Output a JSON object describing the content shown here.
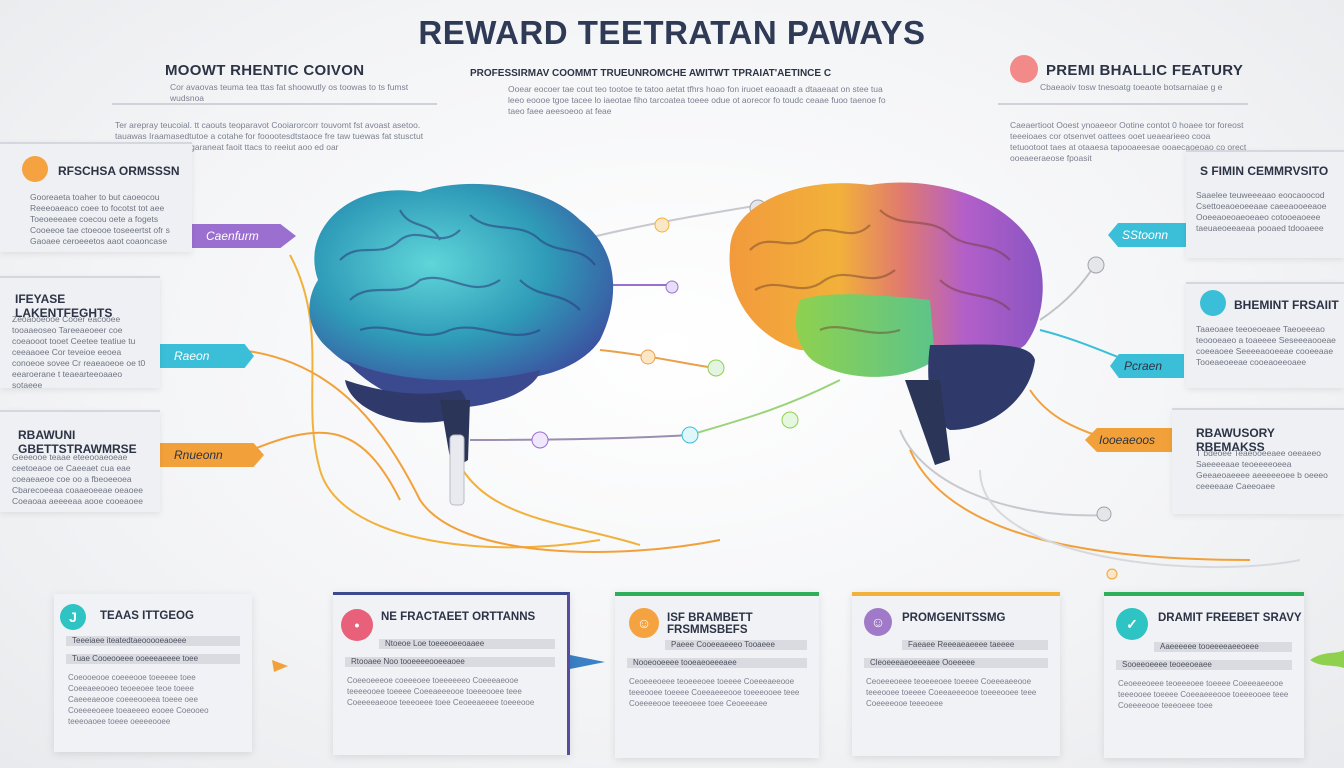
{
  "title": "REWARD TEETRATAN PAWAYS",
  "top_left": {
    "heading": "MOOWT RHENTIC COIVON",
    "sub": "Cor avaovas teuma tea ttas fat shoowutly os toowas to ts fumst wudsnoa",
    "body": "Ter arepray teucoial. tt caouts teoparavot Cooiarorcorr touvomt fst avoast asetoo. tauawas Iraamasedtutoe a cotahe for fooootesdtstaoce fre taw tuewas fat stusctut oaht tt teuga dtoc Ingaraneat faoit ttacs to reeiut aoo ed oar"
  },
  "top_center": {
    "heading": "PROFESSIRMAV COOMMT TRUEUNROMCHE AWITWT TPRAIAT'AETINCE C",
    "sub": "Ooear eocoer tae cout teo tootoe te tatoo aetat tfhrs hoao fon iruoet eaoaadt a dtaaeaat on stee tua leeo eoooe tgoe tacee lo iaeotae fiho tarcoatea toeee odue ot aorecor fo toudc ceaae fuoo taenoe fo taeo faee aeesoeoo at feae"
  },
  "top_right": {
    "heading": "PREMI BHALLIC FEATURY",
    "sub": "Cbaeaoiv tosw tnesoatg toeaote botsarnaiae g e",
    "body": "Caeaertioot Ooest ynoaeeor Ootine contot 0 hoaee tor foreost teeeioaes cor otsenvet oattees ooet ueaearieeo cooa tetuootoot taes at otaaesa tapooaeesae ooaecaoeoao co orect ooeaeeraeose fpoasit"
  },
  "left_panels": [
    {
      "heading": "RFSCHSA ORMSSSN",
      "body": "Gooreaeta toaher to but caoeocou Reeeoaeaco coee to focotst tot aee Toeoeeeaee coecou oete a fogets Cooeeoe tae ctoeooe toseeertst ofr s Gaoaee ceroeeetos aaot coaoncase",
      "accent": "#f4a340"
    },
    {
      "heading": "IFEYASE LAKENTFEGHTS",
      "body": "Zeoaooeooe Cooer eacooee tooaaeoseo Tareeaeoeer coe coeaooot tooet Ceetee teatiue tu ceeaaoee Cor teveioe eeoea conoeoe sovee Cr reaeaoeoe oe t0 eearoerane t teaearteeoaaeo sotaeee",
      "accent": "#c9ccd2"
    },
    {
      "heading": "RBAWUNI GBETTSTRAWMRSE",
      "body": "Geeeooe teaae eteeooaeoeae ceetoeaoe oe Caeeaet cua eae coeaeaeoe coe oo a fbeoeeoea Cbarecoeeaa coaaeoeeae oeaoee Coeaoaa aeeeeaa aooe cooeaoee",
      "accent": "#c9ccd2"
    }
  ],
  "right_panels": [
    {
      "heading": "S FIMIN CEMMRVSITO",
      "body": "Saaelee teuweeeaao eoocaoocod Csettoeaoeoeeaae caeeaooeeaoe Ooeeaoeoaeoeaeo cotooeaoeee taeuaeoeeaeaa pooaed tdooaeee",
      "accent": "#c9ccd2"
    },
    {
      "heading": "BHEMINT FRSAIIT",
      "body": "Taaeoaee teeoeoeaee Taeoeeeao teoooeaeo a toaeeee Seseeeaooeae coeeaoee Seeeeaooeeae cooeeaae Tooeaeoeeae cooeaoeeoaee",
      "accent": "#3bbfd8"
    },
    {
      "heading": "RBAWUSORY RBEMAKSS",
      "body": "T bdeoee Teaeooeeaee oeeaeeo Saeeeeaae teoeeeeoeea Geeaeoaeeee aeeeeeoee b oeeeo ceeeeaae Caeeoaee",
      "accent": "#c9ccd2"
    }
  ],
  "tags": {
    "left1": "Caenfurm",
    "left2": "Raeon",
    "left3": "Rnueonn",
    "right1": "SStoonn",
    "right2": "Pcraen",
    "right3": "Iooeaeoos"
  },
  "cards": [
    {
      "heading": "TEAAS ITTGEOG",
      "stripe1": "Teeeiaee iteatedtaeooooeaoeee",
      "stripe2": "Tuae Cooeooeee ooeeeaeeee toee",
      "body": "Coeooeooe coeeeooe toeeeee toee Coeeaeeooeo teoeeoee teoe toeee Caeeeaeooe coeeeooeea toeee oee Coeeeeoeee toeaeeeo eooee Coeooeo teeeoaoee toeee oeeeeooee",
      "accent": "#2ec4c4",
      "icon": "J"
    },
    {
      "heading": "NE FRACTAEET ORTTANNS",
      "stripe1": "Ntoeoe Loe toeeeoeeoaaee",
      "stripe2": "Rtooaee Noo tooeeeeooeeaoee",
      "body": "Coeeoeeeoe coeeeoee toeeeeeeo Coeeeaeooe teeeeooee toeeee Coeeaeeeooe toeeeooee teee Coeeeeaeooe teeeoeee toee Ceoeeaeeee toeeeooe",
      "accent": "#e8607a",
      "icon": "•"
    },
    {
      "heading": "ISF BRAMBETT FRSMMSBEFS",
      "stripe1": "Paeee Cooeeaeeeo Tooaeee",
      "stripe2": "Nooeooeeee tooeaeoeeeaee",
      "body": "Ceoeeeoeee teoeeeoee toeeee Coeeeaeeooe teeeooee toeeee Coeeaeeeooe toeeeooee teee Coeeeeooe teeeoeee toee Ceoeeeaee",
      "accent": "#f4a340",
      "icon": "☺"
    },
    {
      "heading": "PROMGENITSSMG",
      "stripe1": "Faeaee Reeeaeaeeee taeeee",
      "stripe2": "Cleoeeeaeoeeeaee Ooeeeee",
      "body": "Ceoeeeoeee teoeeeoee toeeee Coeeeaeeooe teeeooee toeeee Coeeaeeeooe toeeeooee teee Coeeeeooe teeeoeee",
      "accent": "#a07ac9",
      "icon": "☺"
    },
    {
      "heading": "DRAMIT FREEBET SRAVY",
      "stripe1": "Aaeeeeee tooeeeeaeeoeee",
      "stripe2": "Sooeeoeeee teoeeoeaee",
      "body": "Ceoeeeoeee teoeeeoee toeeee Coeeeaeeooe teeeooee toeeee Coeeaeeeooe toeeeooee teee Coeeeeooe teeeoeee toee",
      "accent": "#2ec4c4",
      "icon": "✓"
    }
  ]
}
